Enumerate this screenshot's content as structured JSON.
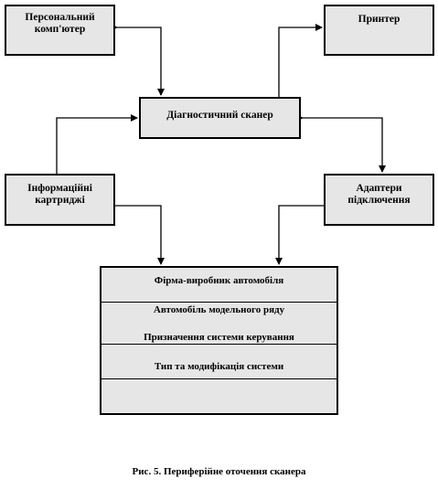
{
  "diagram": {
    "nodes": {
      "pc": "Персональний комп'ютер",
      "printer": "Принтер",
      "scanner": "Діагностичний сканер",
      "cartridges": "Інформаційні картриджі",
      "adapters": "Адаптери підключення"
    },
    "database_rows": [
      "Фірма-виробник автомобіля",
      "Автомобіль модельного ряду",
      "Призначення системи керування",
      "Тип та модифікація системи"
    ],
    "caption": "Рис. 5. Периферійне оточення сканера"
  }
}
